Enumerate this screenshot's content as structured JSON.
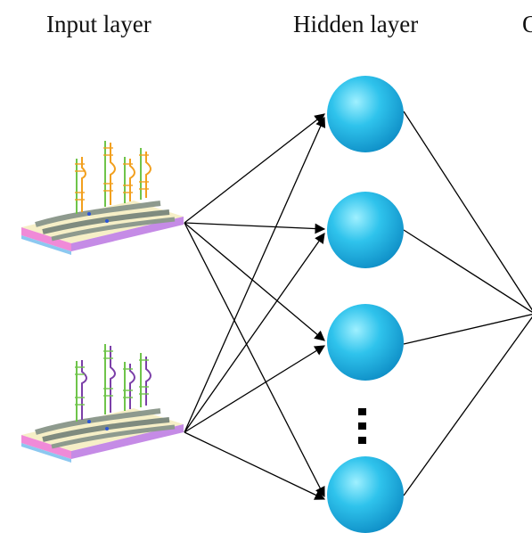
{
  "titles": {
    "input": "Input layer",
    "hidden": "Hidden layer",
    "output": "Output layer"
  },
  "colors": {
    "neuron": "#2fc3ec",
    "neuron_highlight": "#9ff0ff",
    "neuron_shadow": "#0f8fc7",
    "arrow": "#000000",
    "chip_top": "#f6efc7",
    "chip_pink": "#f08ad8",
    "chip_blue": "#8cc8f0",
    "strand_orange": "#f2a01e",
    "strand_purple": "#7b3fa8",
    "strand_green": "#6fc44a"
  },
  "diagram": {
    "input_nodes": [
      {
        "id": "sensor-1",
        "aptamer_color": "orange"
      },
      {
        "id": "sensor-2",
        "aptamer_color": "purple"
      }
    ],
    "hidden_nodes": [
      "h1",
      "h2",
      "h3",
      "h4"
    ],
    "ellipsis_between": [
      "h3",
      "h4"
    ],
    "edges": "fully-connected input-to-hidden; hidden-to-output"
  }
}
